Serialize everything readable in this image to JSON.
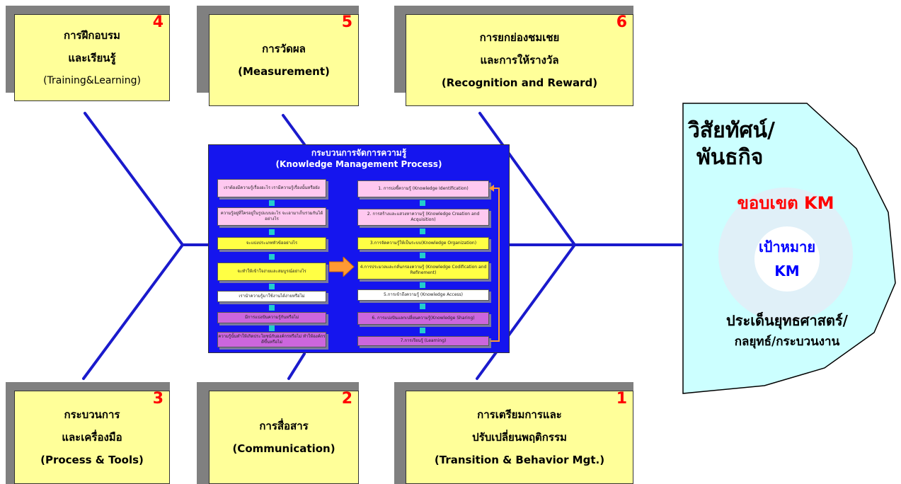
{
  "boxes": {
    "b4": {
      "number": "4",
      "line1": "การฝึกอบรม",
      "line2": "และเรียนรู้",
      "line3": "(Training&Learning)"
    },
    "b5": {
      "number": "5",
      "line1": "การวัดผล",
      "line2": "(Measurement)"
    },
    "b6": {
      "number": "6",
      "line1": "การยกย่องชมเชย",
      "line2": "และการให้รางวัล",
      "line3": "(Recognition and Reward)"
    },
    "b3": {
      "number": "3",
      "line1": "กระบวนการ",
      "line2": "และเครื่องมือ",
      "line3": "(Process & Tools)"
    },
    "b2": {
      "number": "2",
      "line1": "การสื่อสาร",
      "line2": "(Communication)"
    },
    "b1": {
      "number": "1",
      "line1": "การเตรียมการและ",
      "line2": "ปรับเปลี่ยนพฤติกรรม",
      "line3": "(Transition & Behavior Mgt.)"
    }
  },
  "process": {
    "title1": "กระบวนการจัดการความรู้",
    "title2": "(Knowledge Management Process)",
    "left": [
      "เราต้องมีความรู้เรื่องอะไร เรามีความรู้เรื่องนั้นหรือยัง",
      "ความรู้อยู่ที่ใครอยู่ในรูปแบบอะไร จะเอามาเก็บรวมกันได้อย่างไร",
      "จะแบ่งประเภทหัวข้ออย่างไร",
      "จะทำให้เข้าใจง่ายและสมบูรณ์อย่างไร",
      "เรานำความรู้มาใช้งานได้ง่ายหรือไม่",
      "มีการแบ่งปันความรู้กันหรือไม่",
      "ความรู้นั้นทำให้เกิดประโยชน์กับองค์กรหรือไม่ ทำให้องค์กรดีขึ้นหรือไม่"
    ],
    "right": [
      "1. การบ่งชี้ความรู้ (Knowledge Identification)",
      "2. การสร้างและแสวงหาความรู้ (Knowledge Creation and Acquisition)",
      "3.การจัดความรู้ให้เป็นระบบ(Knowledge Organization)",
      "4.การประมวลและกลั่นกรองความรู้ (Knowledge Codification and Refinement)",
      "5.การเข้าถึงความรู้ (Knowledge Access)",
      "6. การแบ่งปันแลกเปลี่ยนความรู้(Knowledge Sharing)",
      "7.การเรียนรู้ (Learning)"
    ]
  },
  "vision": {
    "title1": "วิสัยทัศน์/",
    "title2": "พันธกิจ",
    "scope": "ขอบเขต KM",
    "goal1": "เป้าหมาย",
    "goal2": "KM",
    "strategy1": "ประเด็นยุทธศาสตร์/",
    "strategy2": "กลยุทธ์/กระบวนงาน"
  },
  "colors": {
    "bone": "#1a1acc",
    "box_fill": "#ffff99",
    "number": "#ff0000",
    "vision_fill": "#ccffff",
    "scope_text": "#ff0000",
    "goal_text": "#0000ff"
  }
}
